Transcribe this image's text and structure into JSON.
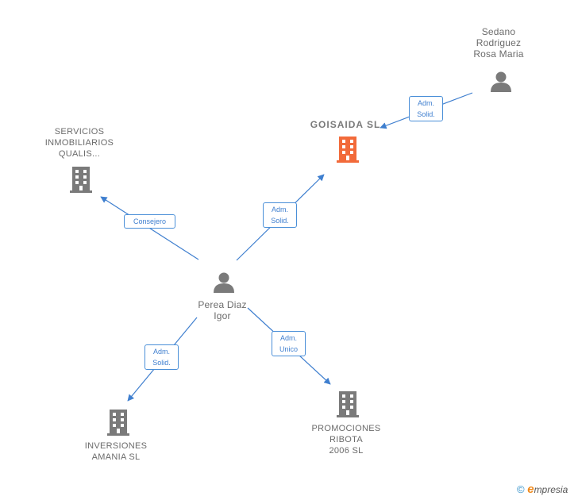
{
  "nodes": {
    "goisaida": {
      "label": "GOISAIDA SL",
      "type": "company-main",
      "color": "#f26a3a"
    },
    "servicios": {
      "lines": [
        "SERVICIOS",
        "INMOBILIARIOS",
        "QUALIS..."
      ],
      "type": "company",
      "color": "#7a7a7a"
    },
    "inversiones": {
      "lines": [
        "INVERSIONES",
        "AMANIA SL"
      ],
      "type": "company",
      "color": "#7a7a7a"
    },
    "promociones": {
      "lines": [
        "PROMOCIONES",
        "RIBOTA",
        "2006 SL"
      ],
      "type": "company",
      "color": "#7a7a7a"
    },
    "perea": {
      "lines": [
        "Perea Diaz",
        "Igor"
      ],
      "type": "person",
      "color": "#7a7a7a"
    },
    "sedano": {
      "lines": [
        "Sedano",
        "Rodriguez",
        "Rosa Maria"
      ],
      "type": "person",
      "color": "#7a7a7a"
    }
  },
  "edges": {
    "sedano_goisaida": [
      "Adm.",
      "Solid."
    ],
    "perea_goisaida": [
      "Adm.",
      "Solid."
    ],
    "perea_servicios": [
      "Consejero"
    ],
    "perea_inversiones": [
      "Adm.",
      "Solid."
    ],
    "perea_promociones": [
      "Adm.",
      "Unico"
    ]
  },
  "colors": {
    "edge": "#3f7fcf",
    "edge_label_border": "#4a8fd8"
  },
  "footer": {
    "copyright": "©",
    "brand_initial": "e",
    "brand_rest": "mpresia"
  }
}
